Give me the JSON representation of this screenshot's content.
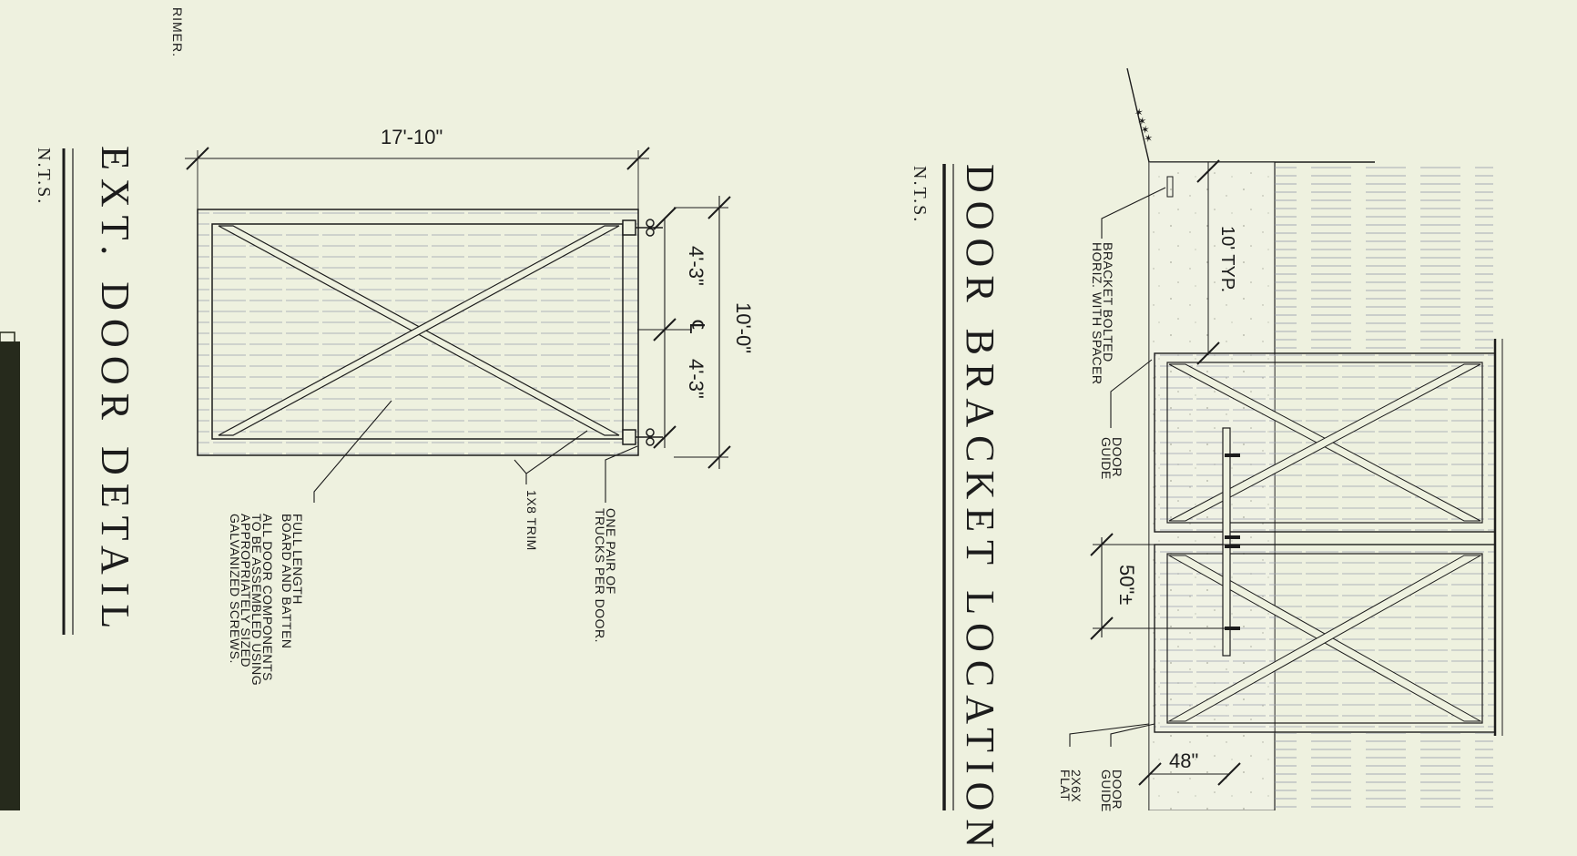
{
  "left_detail": {
    "title": "EXT. DOOR DETAIL",
    "scale": "N.T.S.",
    "dim_width": "17'-10\"",
    "dim_height": "10'-0\"",
    "dim_top_half": "4'-3\"",
    "dim_bottom_half": "4'-3\"",
    "centerline": "℄",
    "note_trucks_l1": "ONE PAIR OF",
    "note_trucks_l2": "TRUCKS PER DOOR.",
    "note_trim": "1X8 TRIM",
    "note_board_l1": "FULL LENGTH",
    "note_board_l2": "BOARD AND BATTEN",
    "note_assembly_l1": "ALL DOOR COMPONENTS",
    "note_assembly_l2": "TO BE ASSEMBLED USING",
    "note_assembly_l3": "APPROPRIATELY SIZED",
    "note_assembly_l4": "GALVANIZED SCREWS.",
    "edge_fragment": "RIMER."
  },
  "right_detail": {
    "title": "DOOR BRACKET LOCATION",
    "scale": "N.T.S.",
    "dim_typ": "10' TYP.",
    "dim_gap": "50\"±",
    "dim_bottom": "48\"",
    "note_bracket_l1": "BRACKET BOLTED",
    "note_bracket_l2": "HORIZ. WITH SPACER",
    "note_guide_l1": "DOOR",
    "note_guide_l2": "GUIDE",
    "note_guide2_l1": "DOOR",
    "note_guide2_l2": "GUIDE",
    "note_flat_l1": "2X6X",
    "note_flat_l2": "FLAT"
  },
  "colors": {
    "background": "#eef1df",
    "ink": "#1c1c1c",
    "hatch": "#8a8f9e",
    "concrete": "#f3f4ea",
    "dark_bar": "#262a1c"
  }
}
